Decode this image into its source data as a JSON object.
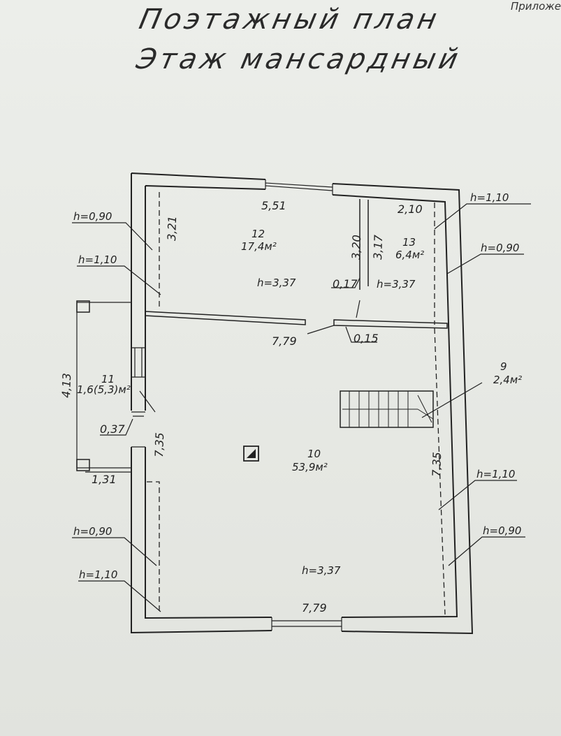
{
  "header": {
    "title_line1": "Поэтажный план",
    "title_line2": "Этаж мансардный",
    "corner_text": "Приложе"
  },
  "dimensions": {
    "top_left_width": "5,51",
    "top_right_width": "2,10",
    "left_room_height": "3,21",
    "partition_a": "3,20",
    "partition_b": "3,17",
    "door_gap": "0,17",
    "main_width": "7,79",
    "partition_gap": "0,15",
    "balcony_height": "4,13",
    "balcony_depth": "0,37",
    "balcony_width": "1,31",
    "left_hall_height": "7,35",
    "right_hall_height": "7,35",
    "bottom_width": "7,79"
  },
  "rooms": {
    "r12_num": "12",
    "r12_area": "17,4м²",
    "r12_h": "h=3,37",
    "r13_num": "13",
    "r13_area": "6,4м²",
    "r13_h": "h=3,37",
    "r11_num": "11",
    "r11_area": "1,6(5,3)м²",
    "r10_num": "10",
    "r10_area": "53,9м²",
    "r10_h": "h=3,37",
    "r9_num": "9",
    "r9_area": "2,4м²"
  },
  "heights": {
    "left_1": "h=0,90",
    "left_2": "h=1,10",
    "left_3": "h=0,90",
    "left_4": "h=1,10",
    "right_1": "h=1,10",
    "right_2": "h=0,90",
    "right_3": "h=1,10",
    "right_4": "h=0,90"
  },
  "colors": {
    "ink": "#222222",
    "paper": "#e9eae6"
  }
}
